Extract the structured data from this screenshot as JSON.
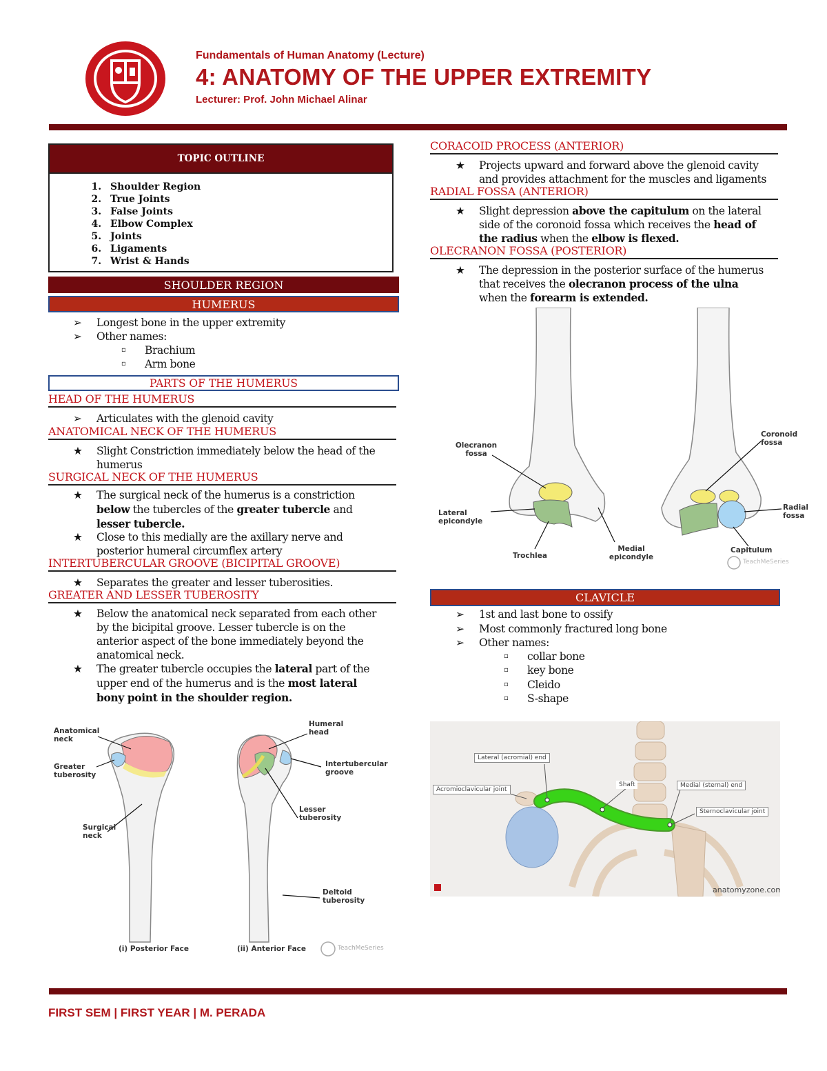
{
  "header": {
    "course": "Fundamentals of Human Anatomy (Lecture)",
    "title": "4: ANATOMY OF THE UPPER EXTREMITY",
    "lecturer": "Lecturer: Prof. John Michael Alinar"
  },
  "outline": {
    "heading": "TOPIC OUTLINE",
    "items": [
      "Shoulder Region",
      "True Joints",
      "False Joints",
      "Elbow Complex",
      "Joints",
      "Ligaments",
      "Wrist & Hands"
    ]
  },
  "shoulder": {
    "section": "SHOULDER REGION",
    "humerus": "HUMERUS",
    "bullets": [
      "Longest bone in the upper extremity",
      "Other names:"
    ],
    "other_names": [
      "Brachium",
      "Arm bone"
    ],
    "parts_heading": "PARTS OF THE HUMERUS",
    "head": {
      "title": "HEAD OF THE HUMERUS",
      "text": "Articulates with the glenoid cavity"
    },
    "anat_neck": {
      "title": "ANATOMICAL NECK OF THE HUMERUS",
      "l1": "Slight Constriction immediately below the head of the",
      "l2": "humerus"
    },
    "surg_neck": {
      "title": "SURGICAL NECK OF THE HUMERUS",
      "a1": "The surgical neck of the humerus is a constriction",
      "a2_b1": "below",
      "a2_t": " the tubercles of the ",
      "a2_b2": "greater tubercle",
      "a2_t2": " and",
      "a3": "lesser tubercle.",
      "b1": "Close to this medially are the axillary nerve and",
      "b2": "posterior humeral circumflex artery"
    },
    "intertub": {
      "title": "INTERTUBERCULAR GROOVE (BICIPITAL GROOVE)",
      "text": "Separates the greater and lesser tuberosities."
    },
    "tuberosity": {
      "title": "GREATER AND LESSER TUBEROSITY",
      "a1": "Below the anatomical neck separated from each other",
      "a2": "by the bicipital groove. Lesser tubercle is on the",
      "a3": "anterior aspect of the bone immediately beyond the",
      "a4": "anatomical neck.",
      "b1_t": "The greater tubercle occupies the ",
      "b1_b": "lateral",
      "b1_t2": " part of the",
      "b2_t": "upper end of the humerus and is the ",
      "b2_b": "most lateral",
      "b3": "bony point in the shoulder region."
    }
  },
  "fig_humerus": {
    "anatomical_neck": "Anatomical neck",
    "greater_tuberosity": "Greater tuberosity",
    "surgical_neck": "Surgical neck",
    "humeral_head": "Humeral head",
    "intertubercular_groove": "Intertubercular groove",
    "lesser_tuberosity": "Lesser tuberosity",
    "deltoid_tuberosity": "Deltoid tuberosity",
    "posterior_face": "(i) Posterior Face",
    "anterior_face": "(ii) Anterior Face",
    "watermark": "TeachMeSeries"
  },
  "right": {
    "coracoid": {
      "title": "CORACOID PROCESS (ANTERIOR)",
      "l1": "Projects upward and forward above the glenoid cavity",
      "l2": "and provides attachment for the muscles and ligaments"
    },
    "radial": {
      "title": "RADIAL FOSSA (ANTERIOR)",
      "l1_t": "Slight depression ",
      "l1_b": "above the capitulum",
      "l1_t2": " on the lateral",
      "l2_t": "side of the coronoid fossa which receives the ",
      "l2_b": "head of",
      "l3_b": "the radius",
      "l3_t": " when the ",
      "l3_b2": "elbow is flexed."
    },
    "olecranon": {
      "title": "OLECRANON FOSSA (POSTERIOR)",
      "l1": "The depression in the posterior surface of the humerus",
      "l2_t": "that receives the ",
      "l2_b": "olecranon process of the ulna",
      "l3_t": "when the ",
      "l3_b": "forearm is extended."
    }
  },
  "fig_elbow": {
    "olecranon_fossa": "Olecranon fossa",
    "lateral_epicondyle": "Lateral epicondyle",
    "trochlea": "Trochlea",
    "medial_epicondyle": "Medial epicondyle",
    "coronoid_fossa": "Coronoid fossa",
    "radial_fossa": "Radial fossa",
    "capitulum": "Capitulum",
    "watermark": "TeachMeSeries"
  },
  "clavicle": {
    "heading": "CLAVICLE",
    "bullets": [
      "1st and last bone to ossify",
      "Most commonly fractured long bone",
      "Other names:"
    ],
    "other_names": [
      "collar bone",
      "key bone",
      "Cleido",
      "S-shape"
    ]
  },
  "fig_clavicle": {
    "lateral_end": "Lateral (acromial) end",
    "ac_joint": "Acromioclavicular joint",
    "shaft": "Shaft",
    "medial_end": "Medial (sternal) end",
    "sc_joint": "Sternoclavicular joint",
    "source": "anatomyzone.com"
  },
  "footer": {
    "text": "FIRST SEM | FIRST YEAR | M. PERADA"
  },
  "colors": {
    "brand_red": "#b0171c",
    "dark_maroon": "#6f0a0e",
    "header_red": "#b22a17"
  }
}
